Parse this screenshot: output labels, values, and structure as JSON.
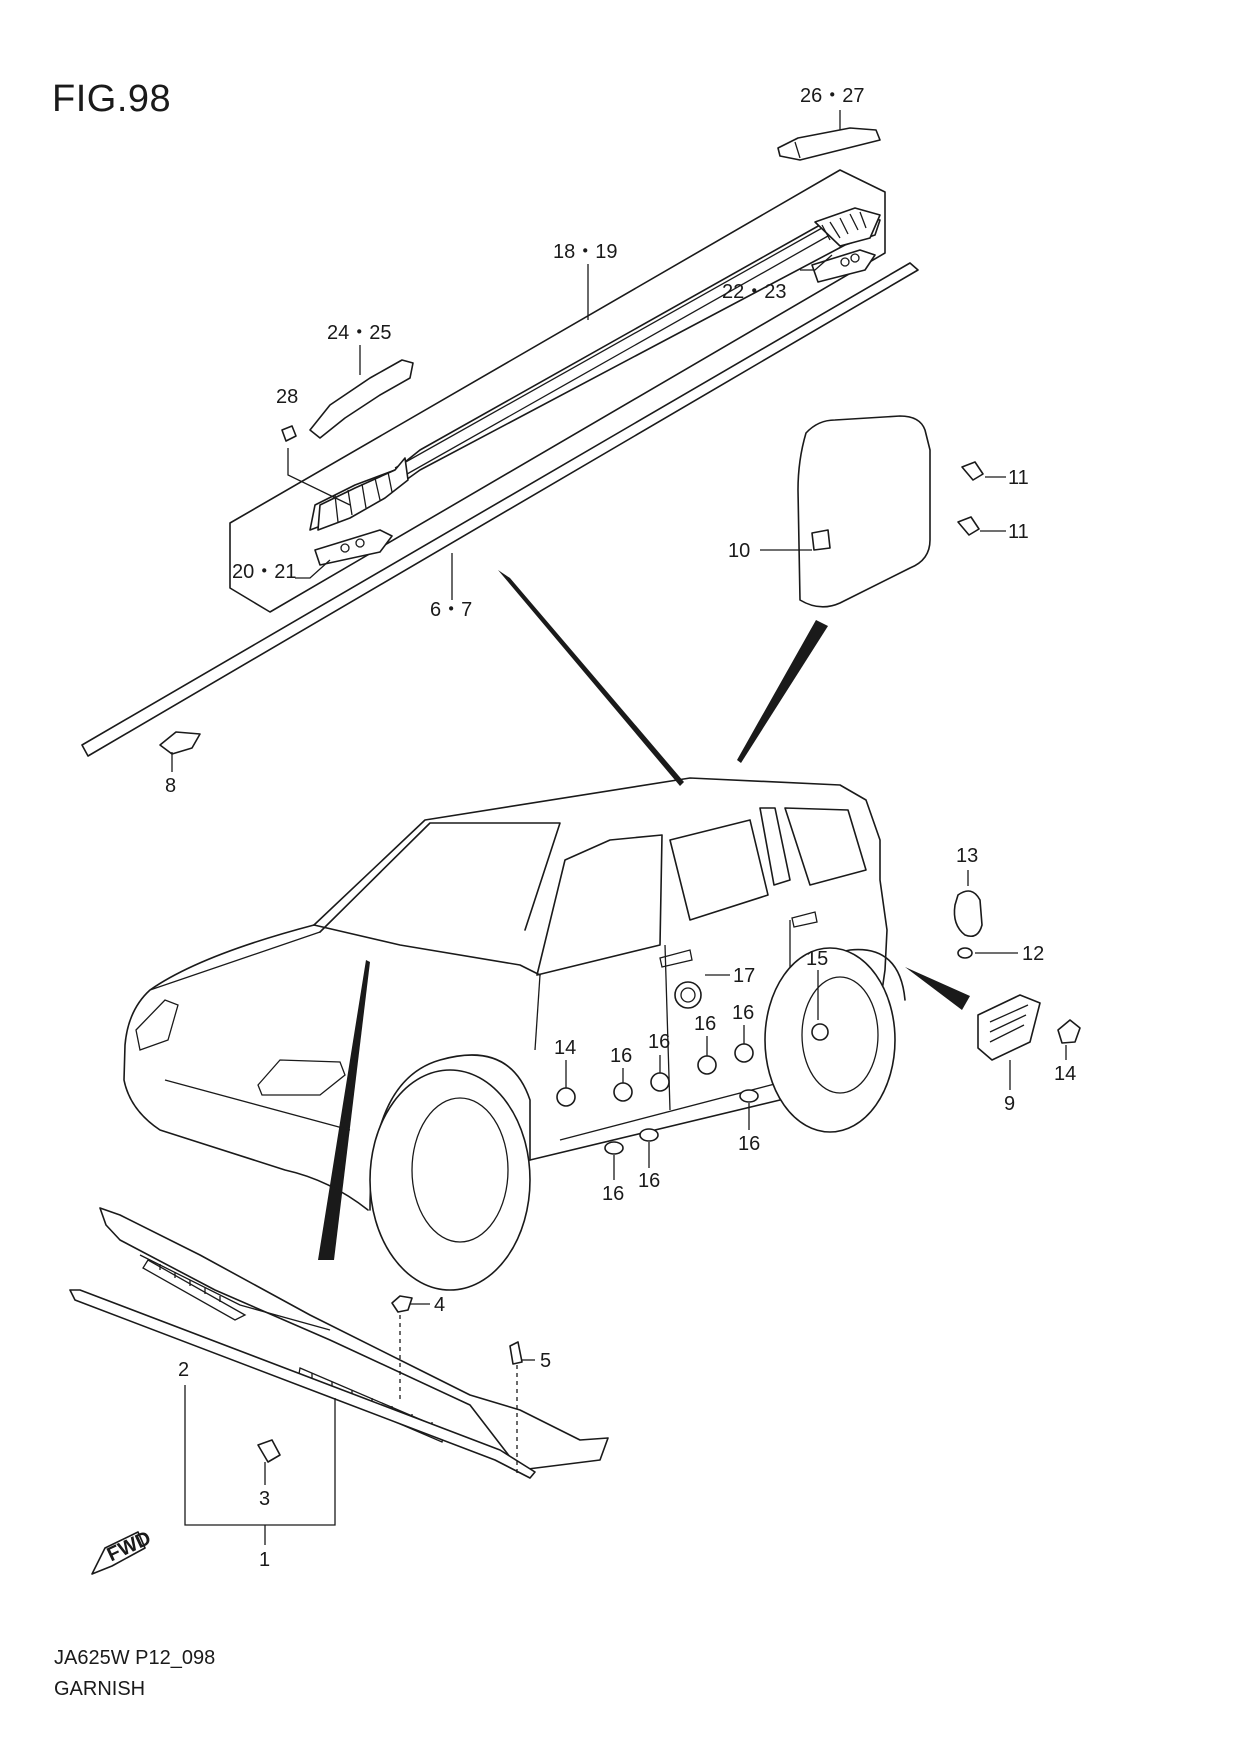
{
  "figure_title": "FIG.98",
  "footer": {
    "code": "JA625W P12_098",
    "name": "GARNISH"
  },
  "fwd_label": "FWD",
  "callouts": [
    {
      "id": "c26",
      "text": "26・27"
    },
    {
      "id": "c18",
      "text": "18・19"
    },
    {
      "id": "c22",
      "text": "22・23"
    },
    {
      "id": "c24",
      "text": "24・25"
    },
    {
      "id": "c28",
      "text": "28"
    },
    {
      "id": "c20",
      "text": "20・21"
    },
    {
      "id": "c6",
      "text": "6・7"
    },
    {
      "id": "c8",
      "text": "8"
    },
    {
      "id": "c10",
      "text": "10"
    },
    {
      "id": "c11a",
      "text": "11"
    },
    {
      "id": "c11b",
      "text": "11"
    },
    {
      "id": "c13",
      "text": "13"
    },
    {
      "id": "c12",
      "text": "12"
    },
    {
      "id": "c17",
      "text": "17"
    },
    {
      "id": "c15",
      "text": "15"
    },
    {
      "id": "c14a",
      "text": "14"
    },
    {
      "id": "c16a",
      "text": "16"
    },
    {
      "id": "c16b",
      "text": "16"
    },
    {
      "id": "c16c",
      "text": "16"
    },
    {
      "id": "c16d",
      "text": "16"
    },
    {
      "id": "c16e",
      "text": "16"
    },
    {
      "id": "c16f",
      "text": "16"
    },
    {
      "id": "c16g",
      "text": "16"
    },
    {
      "id": "c9",
      "text": "9"
    },
    {
      "id": "c14b",
      "text": "14"
    },
    {
      "id": "c4",
      "text": "4"
    },
    {
      "id": "c5",
      "text": "5"
    },
    {
      "id": "c2",
      "text": "2"
    },
    {
      "id": "c3",
      "text": "3"
    },
    {
      "id": "c1",
      "text": "1"
    }
  ]
}
